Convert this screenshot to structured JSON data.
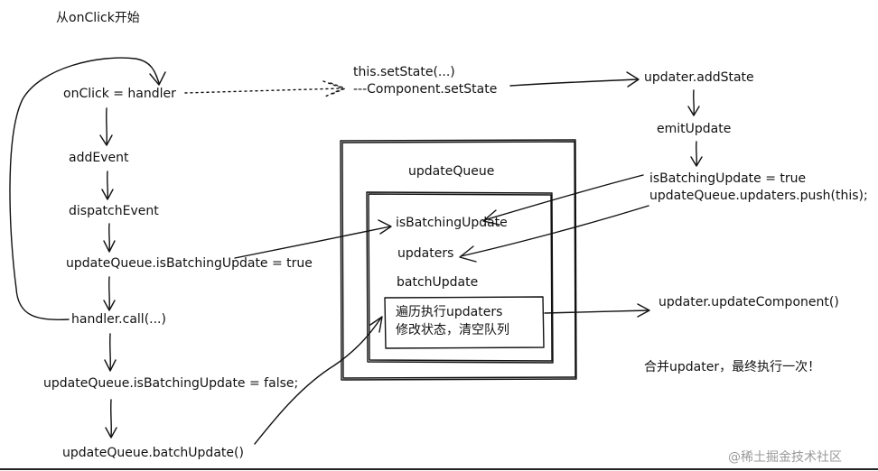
{
  "title": "从onClick开始",
  "left_flow": {
    "onclick": "onClick = handler",
    "add_event": "addEvent",
    "dispatch_event": "dispatchEvent",
    "set_batching_true": "updateQueue.isBatchingUpdate = true",
    "handler_call": "handler.call(...)",
    "set_batching_false": "updateQueue.isBatchingUpdate = false;",
    "batch_update_call": "updateQueue.batchUpdate()"
  },
  "set_state": {
    "line1": "this.setState(...)",
    "line2": "---Component.setState"
  },
  "right_flow": {
    "add_state": "updater.addState",
    "emit_update": "emitUpdate",
    "cond_line1": "isBatchingUpdate = true",
    "cond_line2": "updateQueue.updaters.push(this);",
    "update_component": "updater.updateComponent()",
    "merge_note": "合并updater，最终执行一次！"
  },
  "update_queue": {
    "title": "updateQueue",
    "is_batching": "isBatchingUpdate",
    "updaters": "updaters",
    "batch_update": "batchUpdate",
    "inner_line1": "遍历执行updaters",
    "inner_line2": "修改状态，清空队列"
  },
  "watermark": "@稀土掘金技术社区"
}
